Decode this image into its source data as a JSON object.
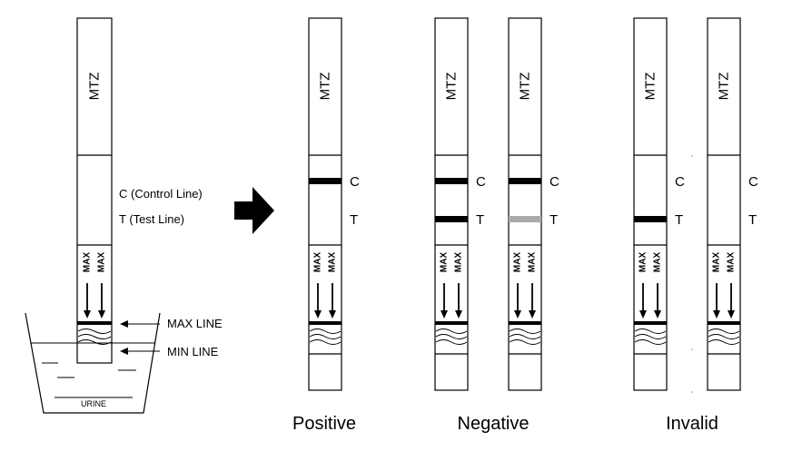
{
  "strip": {
    "brand": "MTZ",
    "max_label": "MAX"
  },
  "cup": {
    "label": "URINE"
  },
  "callouts": {
    "control_line": "C (Control Line)",
    "test_line": "T (Test Line)",
    "max_line": "MAX LINE",
    "min_line": "MIN LINE"
  },
  "line_letters": {
    "control": "C",
    "test": "T"
  },
  "colors": {
    "ink": "#000000",
    "faint_test_line": "#aaaaaa"
  },
  "results": [
    {
      "label": "Positive",
      "strips": [
        {
          "control_line": "dark",
          "test_line": "none"
        }
      ]
    },
    {
      "label": "Negative",
      "strips": [
        {
          "control_line": "dark",
          "test_line": "dark"
        },
        {
          "control_line": "dark",
          "test_line": "faint"
        }
      ]
    },
    {
      "label": "Invalid",
      "strips": [
        {
          "control_line": "none",
          "test_line": "dark"
        },
        {
          "control_line": "none",
          "test_line": "none"
        }
      ]
    }
  ]
}
